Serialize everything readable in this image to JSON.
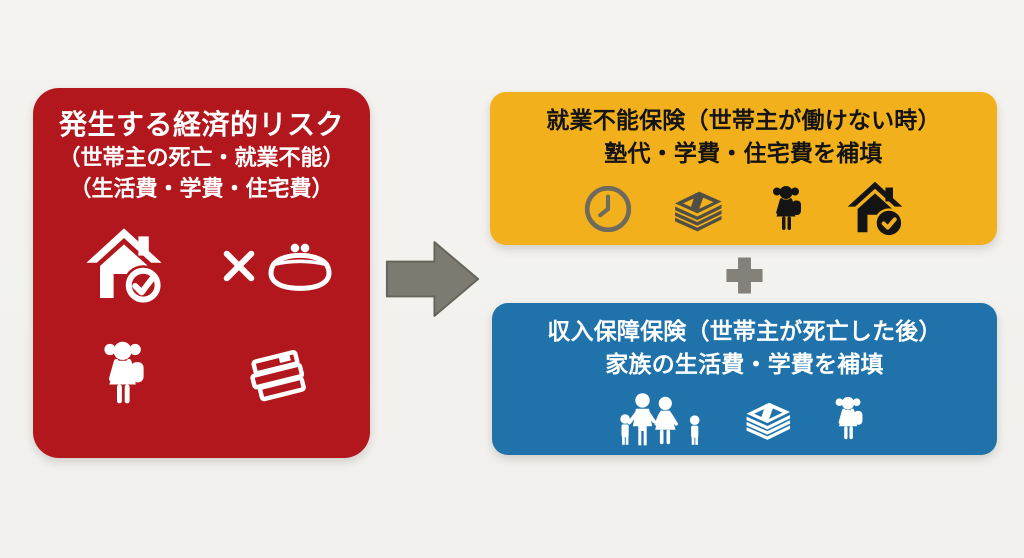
{
  "palette": {
    "risk_red": "#b3171e",
    "disability_yellow": "#f2b11c",
    "income_blue": "#1f72aa",
    "arrow_gray": "#7d7b71",
    "plus_gray": "#83817a",
    "clock_gray": "#6f6b5c",
    "money_gray": "#514f45"
  },
  "risk_box": {
    "title": "発生する経済的リスク",
    "subtitle_line1": "（世帯主の死亡・就業不能）",
    "subtitle_line2": "（生活費・学費・住宅費）",
    "icons": [
      "house-check",
      "x-mark",
      "coin-purse",
      "girl-backpack",
      "books-stack"
    ]
  },
  "flow": {
    "arrow": "right-arrow",
    "operator": "plus"
  },
  "disability_box": {
    "title": "就業不能保険（世帯主が働けない時）",
    "subtitle": "塾代・学費・住宅費を補填",
    "icons": [
      "clock",
      "money-stack",
      "girl-backpack",
      "house-check"
    ]
  },
  "income_box": {
    "title": "収入保障保険（世帯主が死亡した後）",
    "subtitle": "家族の生活費・学費を補填",
    "icons": [
      "family",
      "money-stack",
      "girl-backpack"
    ]
  }
}
